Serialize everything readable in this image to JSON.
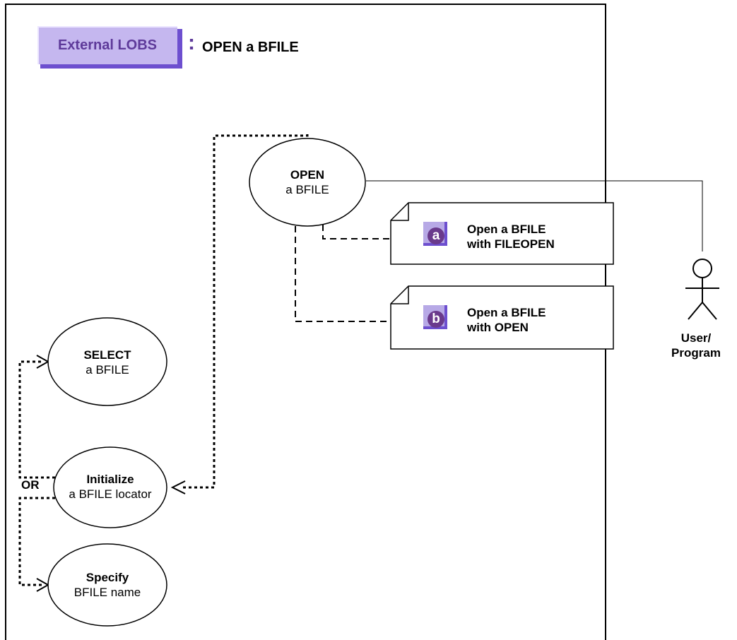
{
  "header": {
    "category_label": "External LOBS",
    "separator": ":",
    "title": "OPEN a BFILE"
  },
  "use_cases": {
    "open": {
      "line1": "OPEN",
      "line2": "a BFILE"
    },
    "select": {
      "line1": "SELECT",
      "line2": "a BFILE"
    },
    "initialize": {
      "line1": "Initialize",
      "line2": "a BFILE locator"
    },
    "specify": {
      "line1": "Specify",
      "line2": "BFILE name"
    }
  },
  "notes": [
    {
      "badge": "a",
      "line1": "Open a BFILE",
      "line2": "with FILEOPEN"
    },
    {
      "badge": "b",
      "line1": "Open a BFILE",
      "line2": "with OPEN"
    }
  ],
  "or_label": "OR",
  "actor": {
    "line1": "User/",
    "line2": "Program"
  },
  "colors": {
    "badge_fill": "#6a3a8c",
    "badge_frame": "#b7a9e6",
    "shadow": "#6d4fcf",
    "title_box": "#c5b7ef"
  }
}
